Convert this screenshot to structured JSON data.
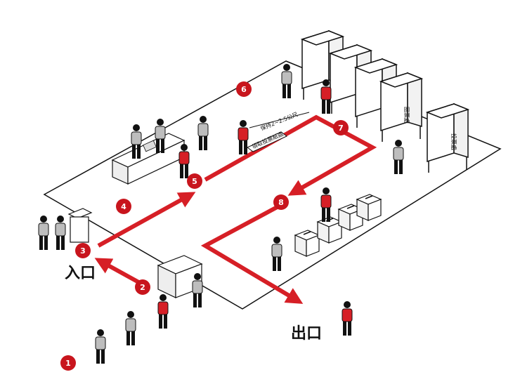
{
  "labels": {
    "entrance": "入口",
    "exit": "出口",
    "distance_sign": "保持2~2.5公尺",
    "floor_sign": "領取投票紙處",
    "booth_sign_1": "圈票處",
    "booth_sign_2": "投票處"
  },
  "steps": [
    "1",
    "2",
    "3",
    "4",
    "5",
    "6",
    "7",
    "8"
  ],
  "colors": {
    "path": "#d61f26",
    "badge": "#c8151d",
    "shirt": "#d61f26",
    "ink": "#111111"
  }
}
